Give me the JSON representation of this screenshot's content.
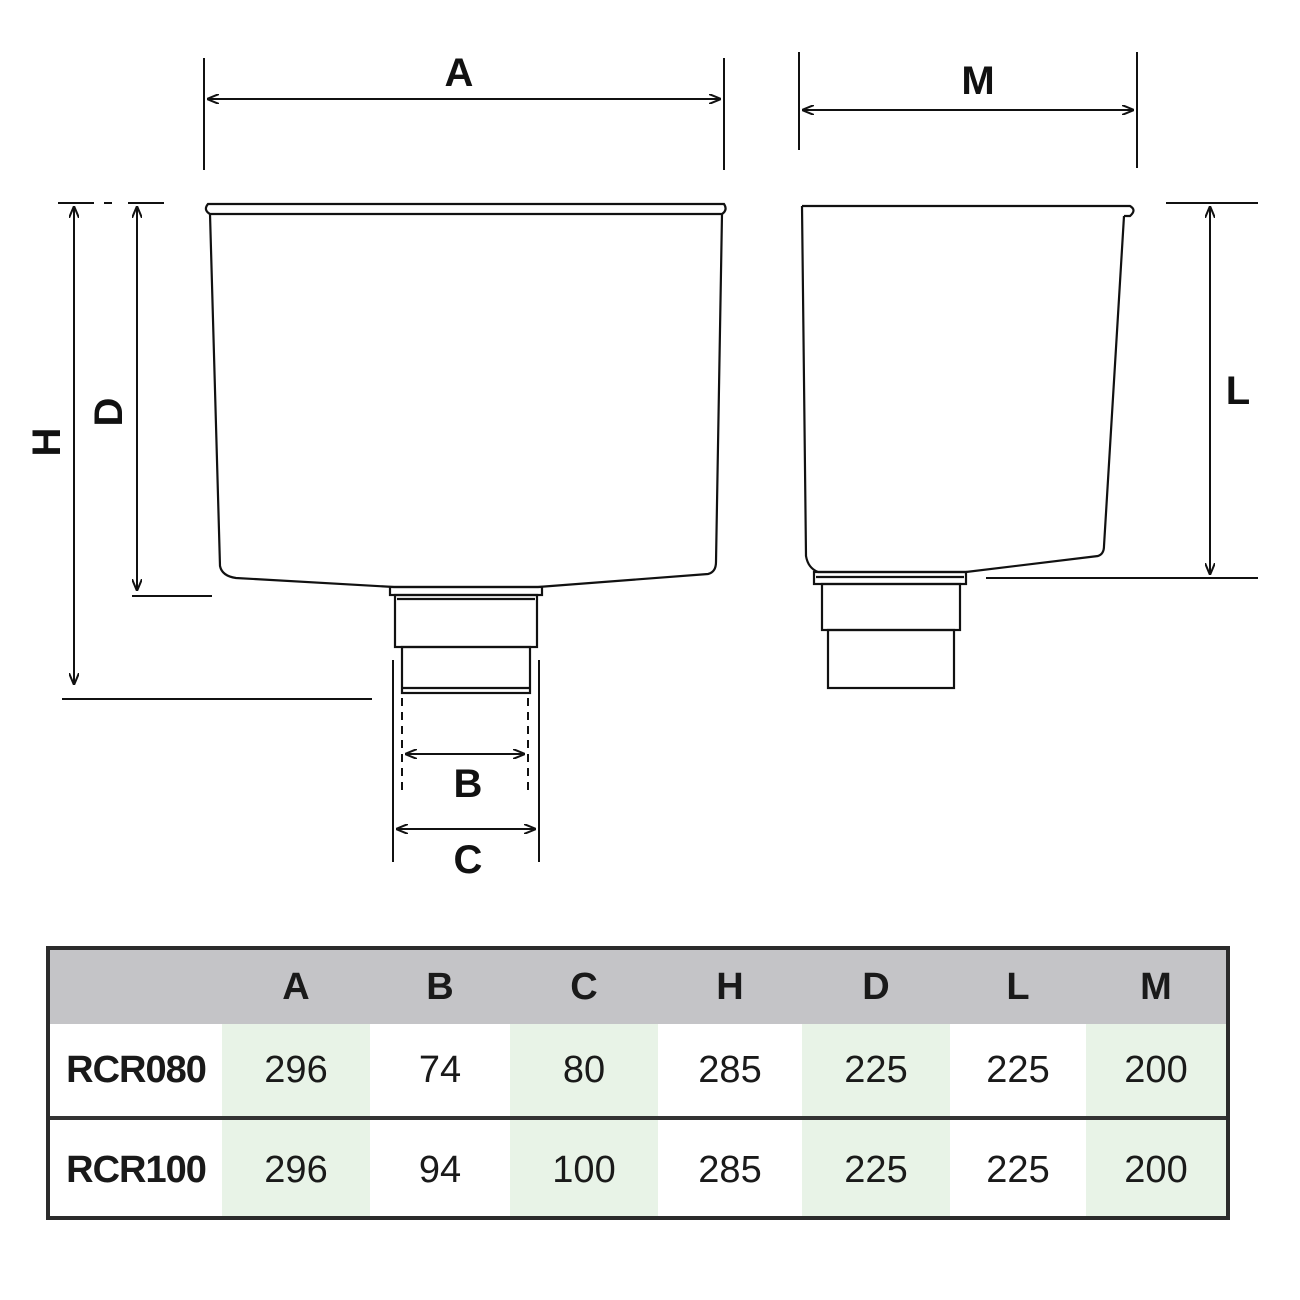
{
  "drawing": {
    "dimension_labels": {
      "A": "A",
      "B": "B",
      "C": "C",
      "D": "D",
      "H": "H",
      "L": "L",
      "M": "M"
    },
    "line_color": "#111111"
  },
  "table": {
    "header_bg": "#c4c4c7",
    "shade_color": "#e8f3e7",
    "columns": [
      "A",
      "B",
      "C",
      "H",
      "D",
      "L",
      "M"
    ],
    "rows": [
      {
        "model": "RCR080",
        "values": [
          "296",
          "74",
          "80",
          "285",
          "225",
          "225",
          "200"
        ]
      },
      {
        "model": "RCR100",
        "values": [
          "296",
          "94",
          "100",
          "285",
          "225",
          "225",
          "200"
        ]
      }
    ]
  }
}
